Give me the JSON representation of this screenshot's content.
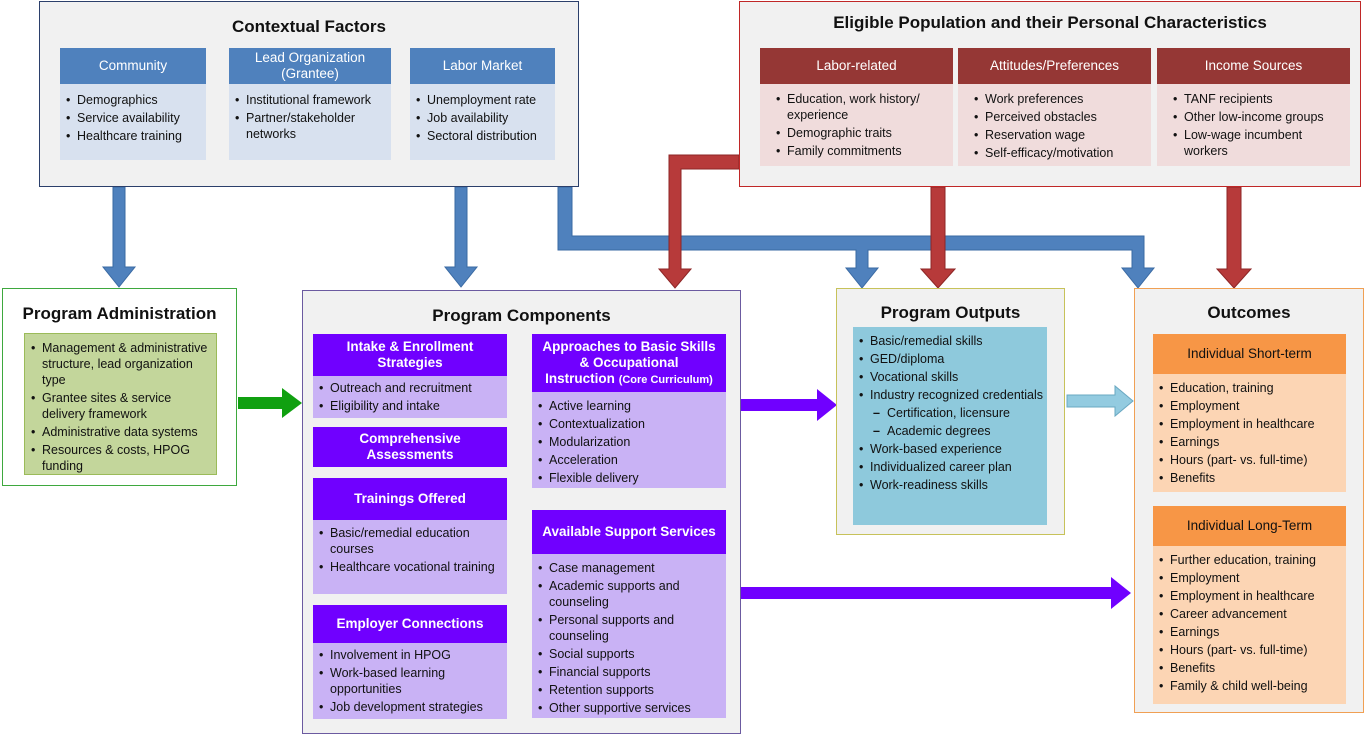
{
  "contextual": {
    "title": "Contextual Factors",
    "groups": [
      {
        "header": "Community",
        "items": [
          "Demographics",
          "Service availability",
          "Healthcare training"
        ]
      },
      {
        "header_line1": "Lead Organization",
        "header_line2": "(Grantee)",
        "items": [
          "Institutional framework",
          "Partner/stakeholder networks"
        ]
      },
      {
        "header": "Labor Market",
        "items": [
          "Unemployment rate",
          "Job availability",
          "Sectoral distribution"
        ]
      }
    ]
  },
  "eligible": {
    "title": "Eligible Population and their Personal Characteristics",
    "groups": [
      {
        "header": "Labor-related",
        "items": [
          "Education, work history/ experience",
          "Demographic traits",
          "Family commitments"
        ]
      },
      {
        "header": "Attitudes/Preferences",
        "items": [
          "Work preferences",
          "Perceived obstacles",
          "Reservation wage",
          "Self-efficacy/motivation"
        ]
      },
      {
        "header": "Income Sources",
        "items": [
          "TANF recipients",
          "Other low-income groups",
          "Low-wage incumbent workers"
        ]
      }
    ]
  },
  "admin": {
    "title": "Program Administration",
    "items": [
      "Management & administrative structure, lead organization type",
      "Grantee sites & service delivery framework",
      "Administrative data systems",
      "Resources & costs, HPOG funding"
    ]
  },
  "components": {
    "title": "Program Components",
    "intake": {
      "header": "Intake & Enrollment Strategies",
      "items": [
        "Outreach and recruitment",
        "Eligibility and intake"
      ]
    },
    "assessments": {
      "header": "Comprehensive Assessments"
    },
    "trainings": {
      "header": "Trainings Offered",
      "items": [
        "Basic/remedial education courses",
        "Healthcare vocational training"
      ]
    },
    "employer": {
      "header": "Employer Connections",
      "items": [
        "Involvement in HPOG",
        "Work-based learning opportunities",
        "Job development strategies"
      ]
    },
    "approaches": {
      "header_line1": "Approaches to Basic Skills",
      "header_line2": "& Occupational",
      "header_line3": "Instruction",
      "header_small": "(Core Curriculum)",
      "items": [
        "Active learning",
        "Contextualization",
        "Modularization",
        "Acceleration",
        "Flexible delivery"
      ]
    },
    "support": {
      "header": "Available Support Services",
      "items": [
        "Case management",
        "Academic supports and counseling",
        "Personal supports and counseling",
        "Social supports",
        "Financial supports",
        "Retention supports",
        "Other supportive services"
      ]
    }
  },
  "outputs": {
    "title": "Program Outputs",
    "items": [
      "Basic/remedial skills",
      "GED/diploma",
      "Vocational skills",
      "Industry recognized credentials"
    ],
    "sub_items": [
      "Certification, licensure",
      "Academic degrees"
    ],
    "items2": [
      "Work-based experience",
      "Individualized career plan",
      "Work-readiness skills"
    ]
  },
  "outcomes": {
    "title": "Outcomes",
    "short": {
      "header": "Individual Short-term",
      "items": [
        "Education, training",
        "Employment",
        "Employment in healthcare",
        "Earnings",
        "Hours (part- vs. full-time)",
        "Benefits"
      ]
    },
    "long": {
      "header": "Individual Long-Term",
      "items": [
        "Further education, training",
        "Employment",
        "Employment in healthcare",
        "Career advancement",
        "Earnings",
        "Hours (part- vs. full-time)",
        "Benefits",
        "Family & child well-being"
      ]
    }
  },
  "colors": {
    "blue": "#4f81bd",
    "red": "#a93333",
    "green": "#129c12",
    "purple": "#7000ff",
    "lightblue": "#8cc7dc"
  }
}
